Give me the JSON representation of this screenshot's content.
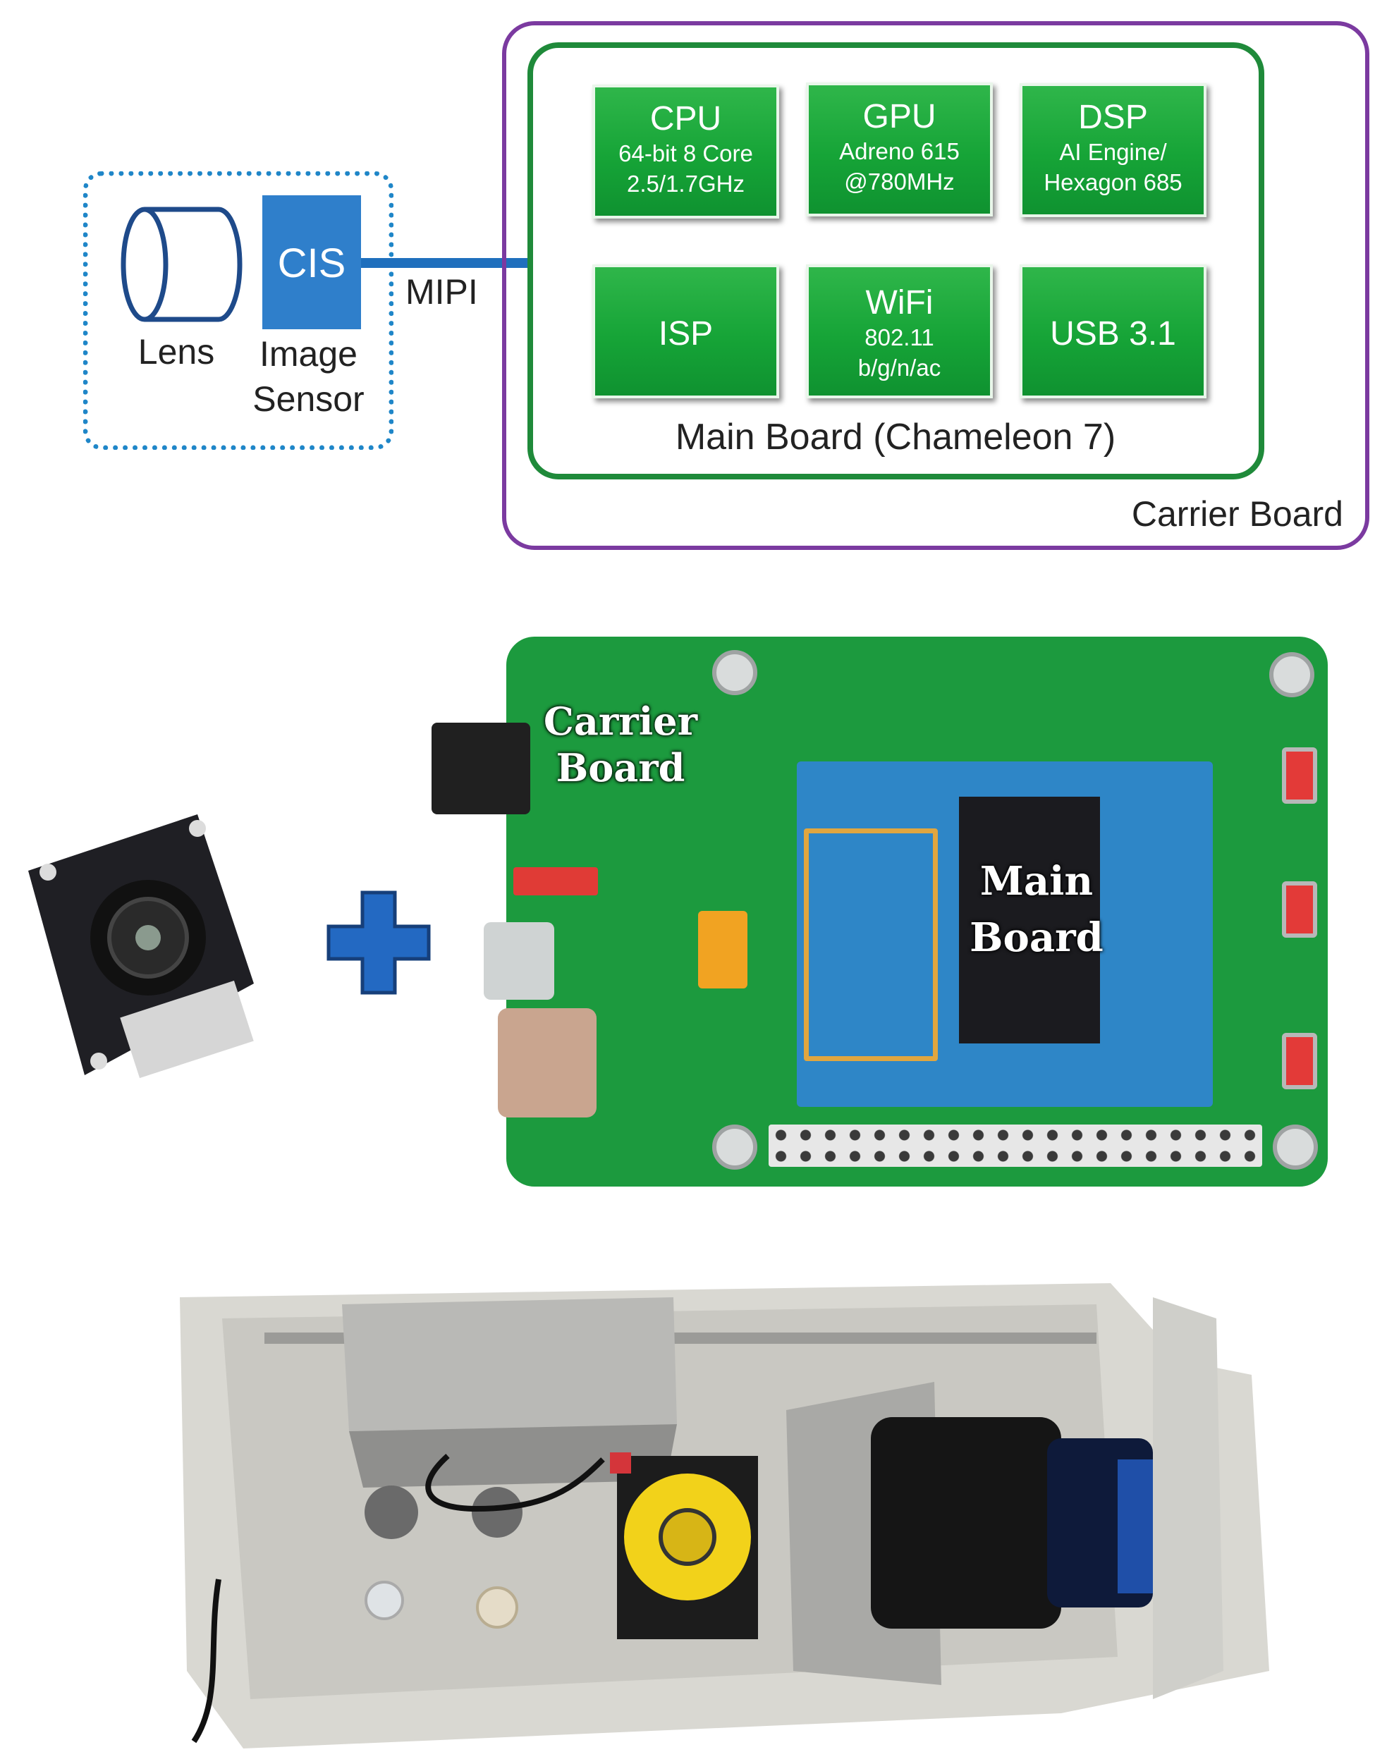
{
  "diagram": {
    "camera_module": {
      "lens_label": "Lens",
      "cis_label": "CIS",
      "sensor_label_line1": "Image",
      "sensor_label_line2": "Sensor"
    },
    "interface_label": "MIPI",
    "carrier_board_label": "Carrier Board",
    "main_board_label": "Main Board (Chameleon 7)",
    "blocks": {
      "cpu": {
        "name": "CPU",
        "line1": "64-bit 8 Core",
        "line2": "2.5/1.7GHz"
      },
      "gpu": {
        "name": "GPU",
        "line1": "Adreno 615",
        "line2": "@780MHz"
      },
      "dsp": {
        "name": "DSP",
        "line1": "AI Engine/",
        "line2": "Hexagon 685"
      },
      "isp": {
        "name": "ISP"
      },
      "wifi": {
        "name": "WiFi",
        "line1": "802.11",
        "line2": "b/g/n/ac"
      },
      "usb": {
        "name": "USB 3.1"
      }
    }
  },
  "photo_labels": {
    "carrier_line1": "Carrier",
    "carrier_line2": "Board",
    "main_line1": "Main",
    "main_line2": "Board"
  },
  "colors": {
    "camera_outline": "#1f86c8",
    "cis_block": "#2f7fcb",
    "carrier_outline": "#7b3aa0",
    "main_outline": "#1f8a3a",
    "chip_green": "#16a437",
    "plus_blue": "#2369c2"
  }
}
